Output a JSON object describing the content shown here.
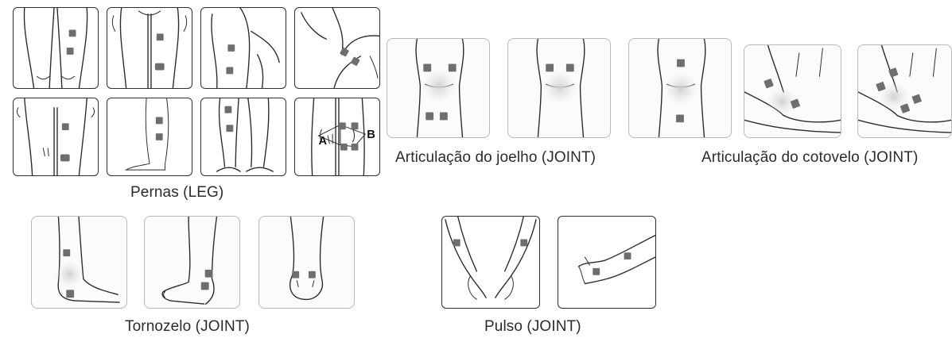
{
  "captions": {
    "legs": "Pernas (LEG)",
    "knee": "Articulação do joelho  (JOINT)",
    "elbow": "Articulação do cotovelo (JOINT)",
    "ankle": "Tornozelo (JOINT)",
    "wrist": "Pulso (JOINT)"
  },
  "labels": {
    "point_a": "A",
    "point_b": "B"
  },
  "colors": {
    "electrode_pad": "#6e6e6e",
    "outline": "#2a2a2a"
  }
}
